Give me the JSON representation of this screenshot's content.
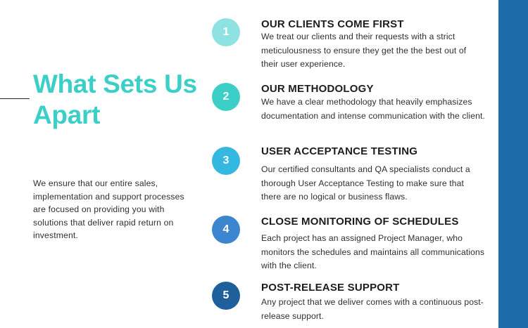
{
  "heading": {
    "title": "What Sets Us Apart",
    "intro": "We ensure that our entire sales, implementation and support processes are focused on providing you with solutions that deliver rapid return on investment."
  },
  "colors": {
    "title": "#3ccfc8",
    "side_bar": "#1f6aa8",
    "badge_1": "#8ee3e2",
    "badge_2": "#3ccfc8",
    "badge_3": "#34b8e0",
    "badge_4": "#3b86cf",
    "badge_5": "#1f5f9b"
  },
  "items": [
    {
      "number": "1",
      "title": "OUR CLIENTS COME FIRST",
      "description": "We treat our clients and their requests with a strict meticulousness to ensure they get the the best out of their user experience."
    },
    {
      "number": "2",
      "title": "OUR METHODOLOGY",
      "description": "We have a clear methodology that heavily emphasizes documentation and intense communication with the client."
    },
    {
      "number": "3",
      "title": "USER ACCEPTANCE TESTING",
      "description": "Our certified consultants and QA specialists conduct a thorough User Acceptance Testing to make sure that there are no logical or business flaws."
    },
    {
      "number": "4",
      "title": "CLOSE MONITORING OF SCHEDULES",
      "description": "Each project has an assigned Project Manager, who monitors the schedules and maintains all communications with the client."
    },
    {
      "number": "5",
      "title": "POST-RELEASE SUPPORT",
      "description": "Any project that we deliver comes with a continuous post-release support."
    }
  ]
}
